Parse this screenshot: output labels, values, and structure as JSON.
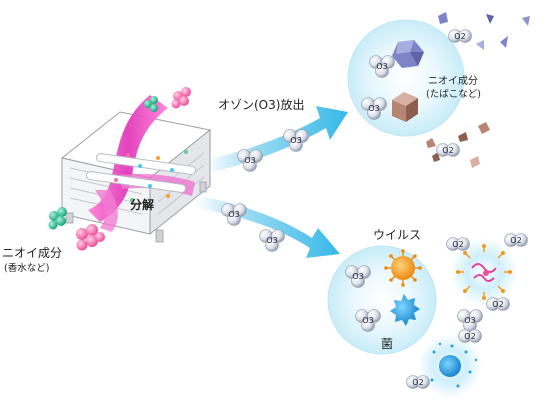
{
  "labels": {
    "ozone_release": "オゾン(O3)放出",
    "decompose": "分解",
    "odor_left_title": "ニオイ成分",
    "odor_left_sub": "(香水など)",
    "odor_right_title": "ニオイ成分",
    "odor_right_sub": "(たばこなど)",
    "virus": "ウイルス",
    "bacteria": "菌"
  },
  "molecules": {
    "o3": "O3",
    "o2": "O2"
  },
  "colors": {
    "arrow": "#36b8e8",
    "bubble": "#d9f3fb",
    "beam": "#ee44c4",
    "virus": "#f39a1d",
    "bacteria": "#1f9fdf",
    "crystal_blue": "#7e84c8",
    "cube_brown": "#b58472"
  }
}
